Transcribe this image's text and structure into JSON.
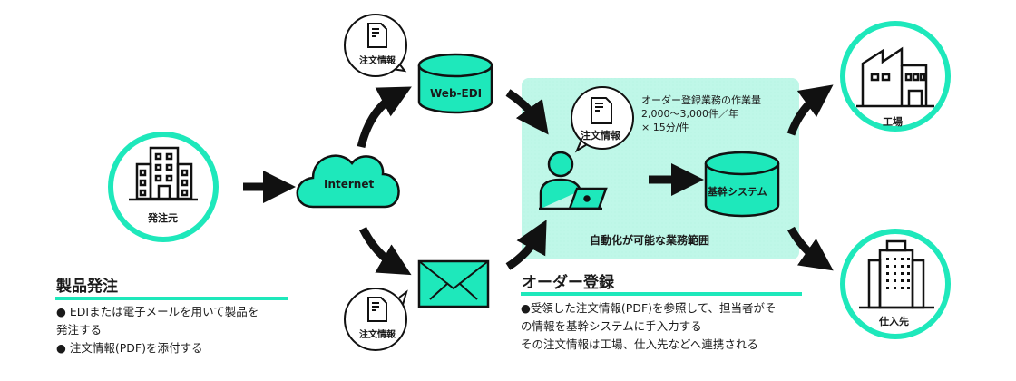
{
  "colors": {
    "accent": "#1ee8bb",
    "panel": "#bff7e8",
    "ink": "#111111"
  },
  "nodes": {
    "orderer": {
      "label": "発注元",
      "icon": "office-building-icon"
    },
    "internet": {
      "label": "Internet",
      "icon": "cloud-icon"
    },
    "web_edi": {
      "label": "Web-EDI",
      "icon": "database-icon"
    },
    "email": {
      "icon": "envelope-icon"
    },
    "doc_bubble_top": {
      "label": "注文情報",
      "icon": "document-icon"
    },
    "doc_bubble_bottom": {
      "label": "注文情報",
      "icon": "document-icon"
    },
    "doc_bubble_operator": {
      "label": "注文情報",
      "icon": "document-icon"
    },
    "operator": {
      "icon": "person-laptop-icon"
    },
    "core_system": {
      "label": "基幹システム",
      "icon": "database-icon"
    },
    "factory": {
      "label": "工場",
      "icon": "factory-icon"
    },
    "supplier": {
      "label": "仕入先",
      "icon": "building-icon"
    }
  },
  "panel": {
    "workload_lines": [
      "オーダー登録業務の作業量",
      "2,000〜3,000件／年",
      "× 15分/件"
    ],
    "caption": "自動化が可能な業務範囲"
  },
  "sections": {
    "ordering": {
      "title": "製品発注",
      "lines": [
        "● EDIまたは電子メールを用いて製品を",
        "発注する",
        "● 注文情報(PDF)を添付する"
      ]
    },
    "order_registration": {
      "title": "オーダー登録",
      "lines": [
        "●受領した注文情報(PDF)を参照して、担当者がそ",
        "の情報を基幹システムに手入力する",
        "その注文情報は工場、仕入先などへ連携される"
      ]
    }
  }
}
